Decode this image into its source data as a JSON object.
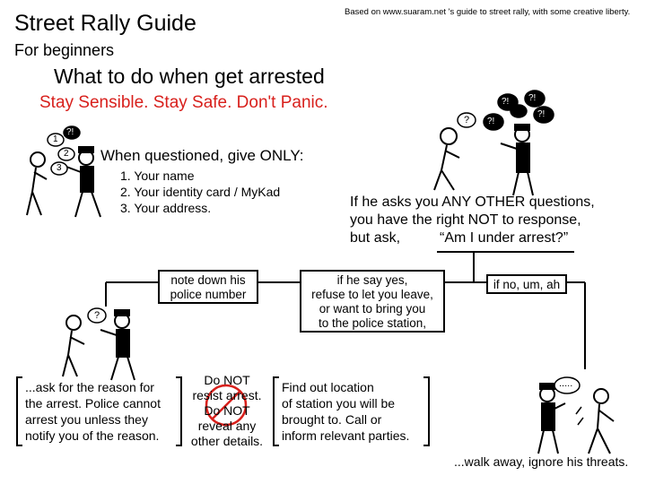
{
  "credit": "Based on www.suaram.net 's guide to street rally, with some creative liberty.",
  "title": "Street Rally Guide",
  "subtitle": "For beginners",
  "heading": "What to do when get arrested",
  "slogan": "Stay Sensible. Stay Safe. Don't Panic.",
  "questioned": {
    "intro": "When questioned, give ONLY:",
    "items": [
      "1. Your name",
      "2. Your identity card / MyKad",
      "3. Your address."
    ]
  },
  "other_questions": {
    "line1": "If he asks you ANY OTHER questions,",
    "line2": "you have the right NOT to response,",
    "line3_prefix": "but ask,",
    "line3_quote": "“Am I under arrest?”"
  },
  "boxes": {
    "police_number": [
      "note down his",
      "police number"
    ],
    "if_yes": [
      "if he say yes,",
      "refuse to let you leave,",
      "or want to bring you",
      "to the police station,"
    ],
    "if_no": "if no, um, ah"
  },
  "bottom": {
    "reason": [
      "...ask for the reason for",
      "the arrest. Police cannot",
      "arrest you unless they",
      "notify you of the reason."
    ],
    "do_not": [
      "Do NOT",
      "resist arrest.",
      "Do NOT",
      "reveal any",
      "other details."
    ],
    "location": [
      "Find out location",
      "of station you will be",
      "brought to. Call or",
      "inform relevant parties."
    ],
    "walk_away": "...walk away, ignore his threats."
  },
  "bubbles": {
    "q": "?",
    "qx": "?!",
    "one": "1",
    "two": "2",
    "three": "3",
    "dots": "....."
  },
  "colors": {
    "accent_red": "#d8201c",
    "line": "#000000"
  }
}
